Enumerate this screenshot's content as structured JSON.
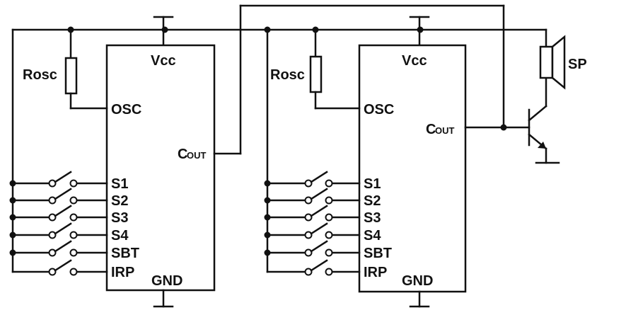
{
  "chip_left": {
    "vcc": "Vcc",
    "gnd": "GND",
    "osc_pin": "OSC",
    "cout_main": "C",
    "cout_sub": "OUT",
    "resistor": "Rosc",
    "pins": [
      "S1",
      "S2",
      "S3",
      "S4",
      "SBT",
      "IRP"
    ]
  },
  "chip_right": {
    "vcc": "Vcc",
    "gnd": "GND",
    "osc_pin": "OSC",
    "cout_main": "C",
    "cout_sub": "OUT",
    "resistor": "Rosc",
    "pins": [
      "S1",
      "S2",
      "S3",
      "S4",
      "SBT",
      "IRP"
    ]
  },
  "speaker": {
    "label": "SP"
  }
}
